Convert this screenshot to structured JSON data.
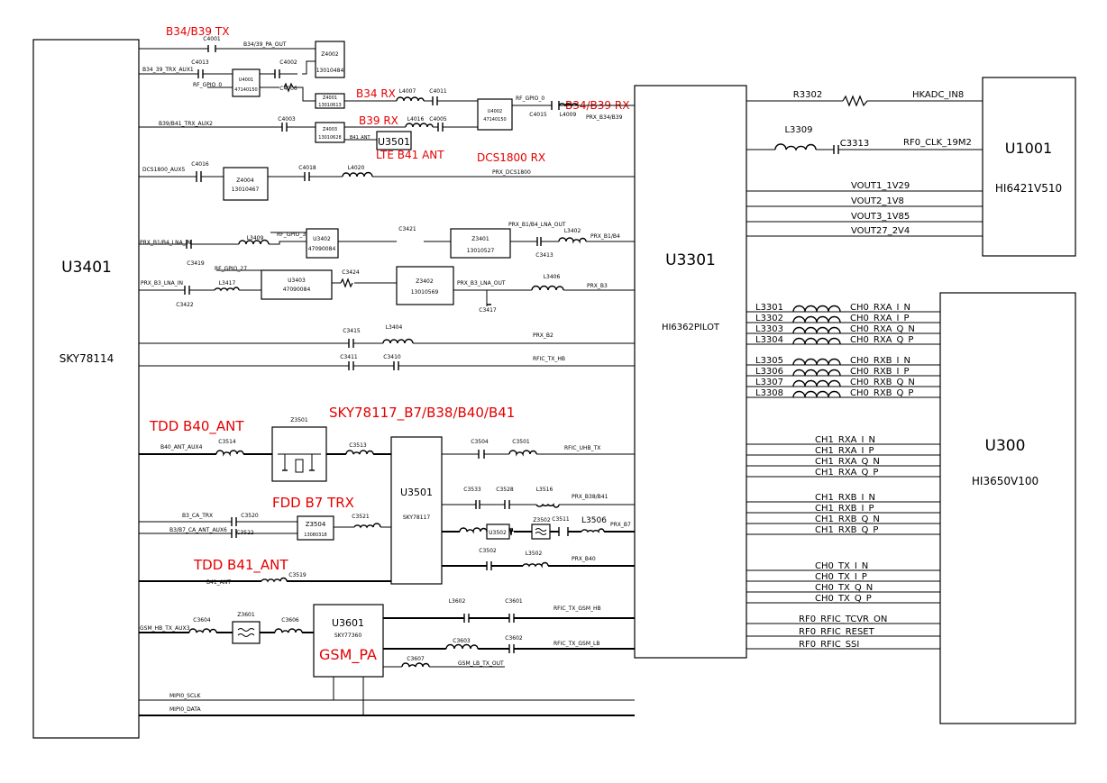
{
  "chips": {
    "u3401": {
      "ref": "U3401",
      "part": "SKY78114"
    },
    "u3301": {
      "ref": "U3301",
      "part": "HI6362PILOT"
    },
    "u1001": {
      "ref": "U1001",
      "part": "HI6421V510"
    },
    "u300": {
      "ref": "U300",
      "part": "HI3650V100"
    },
    "u3501": {
      "ref": "U3501",
      "part": "SKY78117"
    },
    "u3601": {
      "ref": "U3601",
      "part": "SKY77360",
      "label": "GSM_PA"
    }
  },
  "titles": {
    "b34_b39_tx": "B34/B39 TX",
    "b34_rx": "B34 RX",
    "b39_rx": "B39 RX",
    "b34_b39_rx": "B34/B39 RX",
    "lte_b41_ant": "LTE B41 ANT",
    "dcs1800_rx": "DCS1800 RX",
    "sky78117_bands": "SKY78117_B7/B38/B40/B41",
    "tdd_b40_ant": "TDD B40_ANT",
    "fdd_b7_trx": "FDD B7 TRX",
    "tdd_b41_ant": "TDD B41_ANT"
  },
  "modules": {
    "z4002": {
      "ref": "Z4002",
      "part": "13010484"
    },
    "u4001": {
      "ref": "U4001",
      "part": "47140150"
    },
    "z4001": {
      "ref": "Z4001",
      "part": "13010613"
    },
    "z4003": {
      "ref": "Z4003",
      "part": "13010628"
    },
    "u4002": {
      "ref": "U4002",
      "part": "47140150"
    },
    "z4004": {
      "ref": "Z4004",
      "part": "13010467"
    },
    "u3402": {
      "ref": "U3402",
      "part": "47090084"
    },
    "z3401": {
      "ref": "Z3401",
      "part": "13010527"
    },
    "u3403": {
      "ref": "U3403",
      "part": "47090084"
    },
    "z3402": {
      "ref": "Z3402",
      "part": "13010569"
    },
    "z3504": {
      "ref": "Z3504",
      "part": "13080318"
    },
    "u3502": {
      "ref": "U3502"
    },
    "z3501": {
      "ref": "Z3501"
    },
    "z3502": {
      "ref": "Z3502"
    },
    "z3601": {
      "ref": "Z3601"
    },
    "u3501_small": {
      "ref": "U3501"
    }
  },
  "nets": {
    "b34_39_pa_out": "B34/39_PA_OUT",
    "b34_39_trx_aux1": "B34_39_TRX_AUX1",
    "rf_gpio_0a": "RF_GPIO_0",
    "rf_gpio_0b": "RF_GPIO_0",
    "b39_b41_trx_aux2": "B39/B41_TRX_AUX2",
    "b41_ant_small": "B41_ANT",
    "prx_b34_b39": "PRX_B34/B39",
    "dcs1800_aux5": "DCS1800_AUX5",
    "prx_dcs1800": "PRX_DCS1800",
    "prx_b1_b4_lna_out": "PRX_B1/B4_LNA_OUT",
    "prx_b1_b4_lna_in": "PRX_B1/B4_LNA_IN",
    "rf_gpio_3": "RF_GPIO_3",
    "prx_b1_b4": "PRX_B1/B4",
    "prx_b3_lna_in": "PRX_B3_LNA_IN",
    "rf_gpio_27": "RF_GPIO_27",
    "prx_b3_lna_out": "PRX_B3_LNA_OUT",
    "prx_b3": "PRX_B3",
    "prx_b2": "PRX_B2",
    "rfic_tx_hb": "RFIC_TX_HB",
    "b40_ant_aux4": "B40_ANT_AUX4",
    "rfic_uhb_tx": "RFIC_UHB_TX",
    "prx_b38_b41": "PRX_B38/B41",
    "b3_ca_trx": "B3_CA_TRX",
    "b3_b7_ca_ant_aux6": "B3/B7_CA_ANT_AUX6",
    "prx_b7": "PRX_B7",
    "prx_b40": "PRX_B40",
    "b41_ant": "B41_ANT",
    "gsm_hb_tx_aux3": "GSM_HB_TX_AUX3",
    "rfic_tx_gsm_hb": "RFIC_TX_GSM_HB",
    "rfic_tx_gsm_lb": "RFIC_TX_GSM_LB",
    "gsm_lb_tx_out": "GSM_LB_TX_OUT",
    "mipi0_sclk": "MIPI0_SCLK",
    "mipi0_data": "MIPI0_DATA",
    "hkadc_in8": "HKADC_IN8",
    "rf0_clk_19m2": "RF0_CLK_19M2",
    "vout1": "VOUT1_1V29",
    "vout2": "VOUT2_1V8",
    "vout3": "VOUT3_1V85",
    "vout27": "VOUT27_2V4"
  },
  "parts": {
    "C4001": "C4001",
    "C4013": "C4013",
    "C4002": "C4002",
    "C4006": "C4006",
    "L4007": "L4007",
    "C4011": "C4011",
    "C4003": "C4003",
    "L4016": "L4016",
    "C4005": "C4005",
    "C4015": "C4015",
    "L4009": "L4009",
    "C4016": "C4016",
    "C4018": "C4018",
    "L4020": "L4020",
    "C3419": "C3419",
    "L3409": "L3409",
    "C3421": "C3421",
    "C3413": "C3413",
    "L3402": "L3402",
    "C3422": "C3422",
    "L3417": "L3417",
    "C3424": "C3424",
    "C3417": "C3417",
    "L3406": "L3406",
    "C3415": "C3415",
    "L3404": "L3404",
    "C3411": "C3411",
    "C3410": "C3410",
    "C3514": "C3514",
    "C3513": "C3513",
    "C3504": "C3504",
    "C3501": "C3501",
    "C3533": "C3533",
    "C3528": "C3528",
    "L3516": "L3516",
    "C3520": "C3520",
    "C3522": "C3522",
    "C3521": "C3521",
    "C3511": "C3511",
    "L3506": "L3506",
    "C3502": "C3502",
    "L3502": "L3502",
    "C3519": "C3519",
    "C3604": "C3604",
    "C3606": "C3606",
    "L3602": "L3602",
    "C3601": "C3601",
    "C3603": "C3603",
    "C3602": "C3602",
    "C3607": "C3607",
    "R3302": "R3302",
    "L3309": "L3309",
    "C3313": "C3313"
  },
  "u300_inductors": [
    "L3301",
    "L3302",
    "L3303",
    "L3304",
    "L3305",
    "L3306",
    "L3307",
    "L3308"
  ],
  "u300_ch0_rx": [
    "CH0_RXA_I_N",
    "CH0_RXA_I_P",
    "CH0_RXA_Q_N",
    "CH0_RXA_Q_P",
    "CH0_RXB_I_N",
    "CH0_RXB_I_P",
    "CH0_RXB_Q_N",
    "CH0_RXB_Q_P"
  ],
  "u300_ch1_rxa": [
    "CH1_RXA_I_N",
    "CH1_RXA_I_P",
    "CH1_RXA_Q_N",
    "CH1_RXA_Q_P"
  ],
  "u300_ch1_rxb": [
    "CH1_RXB_I_N",
    "CH1_RXB_I_P",
    "CH1_RXB_Q_N",
    "CH1_RXB_Q_P"
  ],
  "u300_tx": [
    "CH0_TX_I_N",
    "CH0_TX_I_P",
    "CH0_TX_Q_N",
    "CH0_TX_Q_P"
  ],
  "u300_ctrl": [
    "RF0_RFIC_TCVR_ON",
    "RF0_RFIC_RESET",
    "RF0_RFIC_SSI"
  ]
}
